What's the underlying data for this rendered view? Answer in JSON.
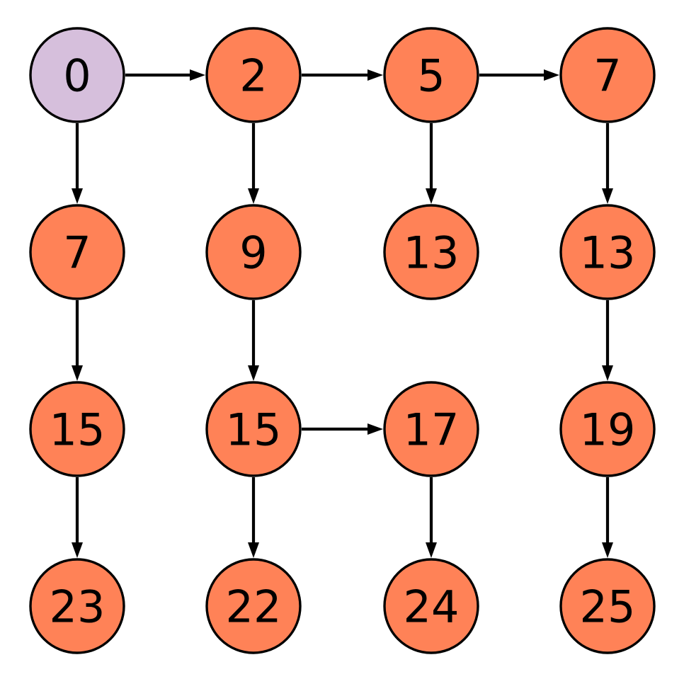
{
  "diagram": {
    "type": "directed-graph",
    "title": "",
    "background_color": "#ffffff",
    "edge_color": "#000000",
    "node_border_color": "#000000",
    "node_radius": 66,
    "colors": {
      "root_node_fill": "#d6bfdc",
      "default_node_fill": "#ff8257"
    },
    "grid": {
      "columns_x": [
        109,
        358,
        609,
        858
      ],
      "rows_y": [
        106,
        356,
        606,
        856
      ]
    },
    "nodes": [
      {
        "id": "n0",
        "label": "0",
        "col": 0,
        "row": 0,
        "fill": "#d6bfdc"
      },
      {
        "id": "n1",
        "label": "2",
        "col": 1,
        "row": 0,
        "fill": "#ff8257"
      },
      {
        "id": "n2",
        "label": "5",
        "col": 2,
        "row": 0,
        "fill": "#ff8257"
      },
      {
        "id": "n3",
        "label": "7",
        "col": 3,
        "row": 0,
        "fill": "#ff8257"
      },
      {
        "id": "n4",
        "label": "7",
        "col": 0,
        "row": 1,
        "fill": "#ff8257"
      },
      {
        "id": "n5",
        "label": "9",
        "col": 1,
        "row": 1,
        "fill": "#ff8257"
      },
      {
        "id": "n6",
        "label": "13",
        "col": 2,
        "row": 1,
        "fill": "#ff8257"
      },
      {
        "id": "n7",
        "label": "13",
        "col": 3,
        "row": 1,
        "fill": "#ff8257"
      },
      {
        "id": "n8",
        "label": "15",
        "col": 0,
        "row": 2,
        "fill": "#ff8257"
      },
      {
        "id": "n9",
        "label": "15",
        "col": 1,
        "row": 2,
        "fill": "#ff8257"
      },
      {
        "id": "n10",
        "label": "17",
        "col": 2,
        "row": 2,
        "fill": "#ff8257"
      },
      {
        "id": "n11",
        "label": "19",
        "col": 3,
        "row": 2,
        "fill": "#ff8257"
      },
      {
        "id": "n12",
        "label": "23",
        "col": 0,
        "row": 3,
        "fill": "#ff8257"
      },
      {
        "id": "n13",
        "label": "22",
        "col": 1,
        "row": 3,
        "fill": "#ff8257"
      },
      {
        "id": "n14",
        "label": "24",
        "col": 2,
        "row": 3,
        "fill": "#ff8257"
      },
      {
        "id": "n15",
        "label": "25",
        "col": 3,
        "row": 3,
        "fill": "#ff8257"
      }
    ],
    "edges": [
      {
        "from": "n0",
        "to": "n1",
        "direction": "horizontal"
      },
      {
        "from": "n1",
        "to": "n2",
        "direction": "horizontal"
      },
      {
        "from": "n2",
        "to": "n3",
        "direction": "horizontal"
      },
      {
        "from": "n0",
        "to": "n4",
        "direction": "vertical"
      },
      {
        "from": "n1",
        "to": "n5",
        "direction": "vertical"
      },
      {
        "from": "n2",
        "to": "n6",
        "direction": "vertical"
      },
      {
        "from": "n3",
        "to": "n7",
        "direction": "vertical"
      },
      {
        "from": "n4",
        "to": "n8",
        "direction": "vertical"
      },
      {
        "from": "n5",
        "to": "n9",
        "direction": "vertical"
      },
      {
        "from": "n7",
        "to": "n11",
        "direction": "vertical"
      },
      {
        "from": "n9",
        "to": "n10",
        "direction": "horizontal"
      },
      {
        "from": "n8",
        "to": "n12",
        "direction": "vertical"
      },
      {
        "from": "n9",
        "to": "n13",
        "direction": "vertical"
      },
      {
        "from": "n10",
        "to": "n14",
        "direction": "vertical"
      },
      {
        "from": "n11",
        "to": "n15",
        "direction": "vertical"
      }
    ]
  }
}
